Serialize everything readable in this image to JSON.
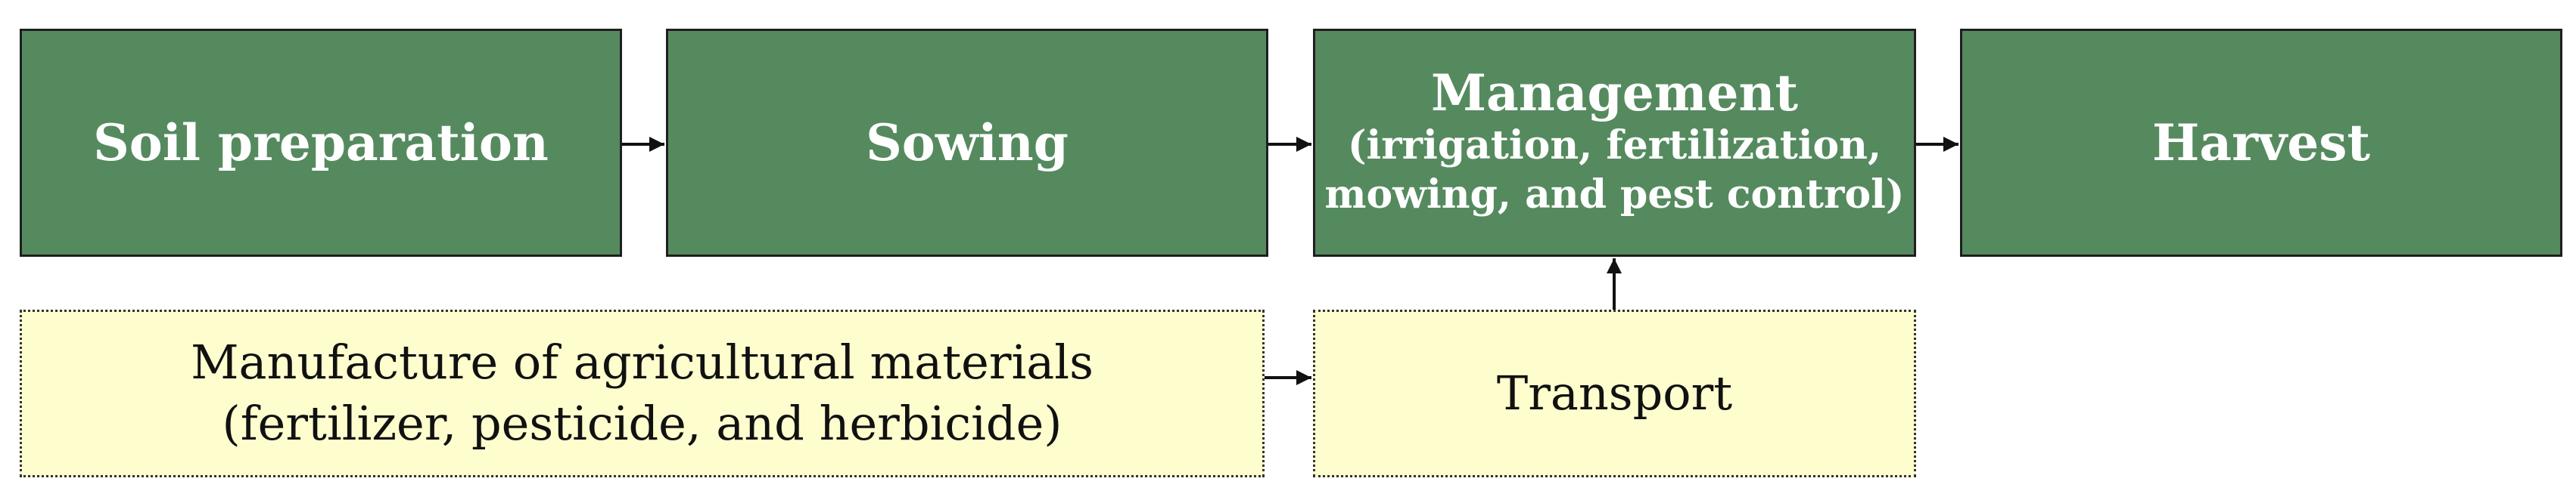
{
  "boxes": {
    "soil_preparation": "Soil preparation",
    "sowing": "Sowing",
    "management": {
      "title": "Management",
      "detail_line1": "(irrigation, fertilization,",
      "detail_line2": "mowing, and pest control)"
    },
    "harvest": "Harvest",
    "manufacture": {
      "line1": "Manufacture of agricultural materials",
      "line2": "(fertilizer, pesticide, and herbicide)"
    },
    "transport": "Transport"
  },
  "colors": {
    "process_fill": "#558a5f",
    "input_fill": "#fefdce",
    "arrow": "#111111"
  }
}
